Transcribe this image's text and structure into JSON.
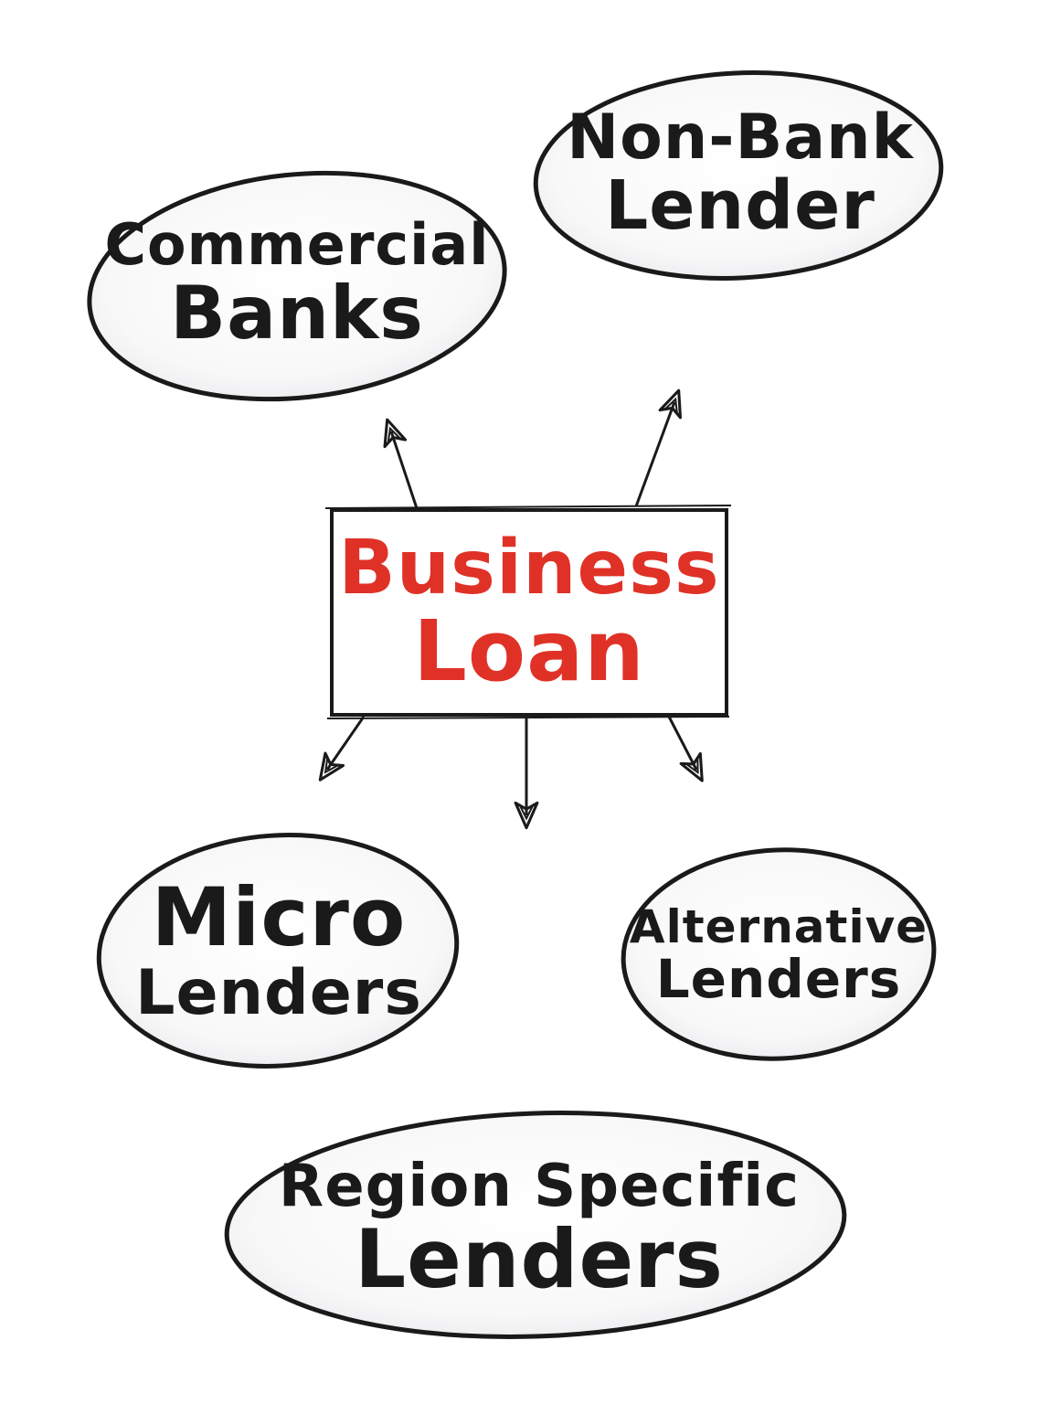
{
  "diagram": {
    "center": {
      "line1": "Business",
      "line2": "Loan"
    },
    "nodes": {
      "commercial_banks": {
        "line1": "Commercial",
        "line2": "Banks"
      },
      "non_bank_lender": {
        "line1": "Non-Bank",
        "line2": "Lender"
      },
      "micro_lenders": {
        "line1": "Micro",
        "line2": "Lenders"
      },
      "alternative_lenders": {
        "line1": "Alternative",
        "line2": "Lenders"
      },
      "region_specific_lenders": {
        "line1": "Region Specific",
        "line2": "Lenders"
      }
    },
    "colors": {
      "ink": "#1a1a1a",
      "accent": "#e03127",
      "bubble_fill": "#f7f7f8"
    }
  }
}
